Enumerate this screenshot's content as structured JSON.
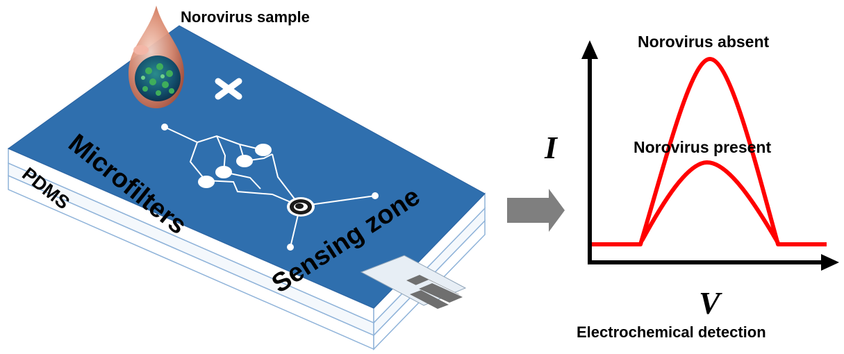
{
  "labels": {
    "sample": "Norovirus sample",
    "microfilters": "Microfilters",
    "pdms": "PDMS",
    "sensing_zone": "Sensing zone",
    "detection": "Electrochemical detection"
  },
  "chart_data": {
    "type": "line",
    "xlabel": "V",
    "ylabel": "I",
    "series": [
      {
        "name": "Norovirus absent",
        "color": "#ff0000"
      },
      {
        "name": "Norovirus present",
        "color": "#ff0000"
      }
    ]
  },
  "colors": {
    "chip_top": "#2f6fae",
    "chip_side": "#f4f8fc",
    "chip_edge": "#8fb3d9",
    "curve": "#ff0000",
    "axis": "#000000",
    "arrow": "#7f7f7f",
    "droplet": "#d9876c"
  },
  "icons": {
    "cross": "cross-icon",
    "virus": "virus-particle-icon",
    "electrode": "electrode-icon",
    "flow_arrow": "right-arrow-icon"
  }
}
